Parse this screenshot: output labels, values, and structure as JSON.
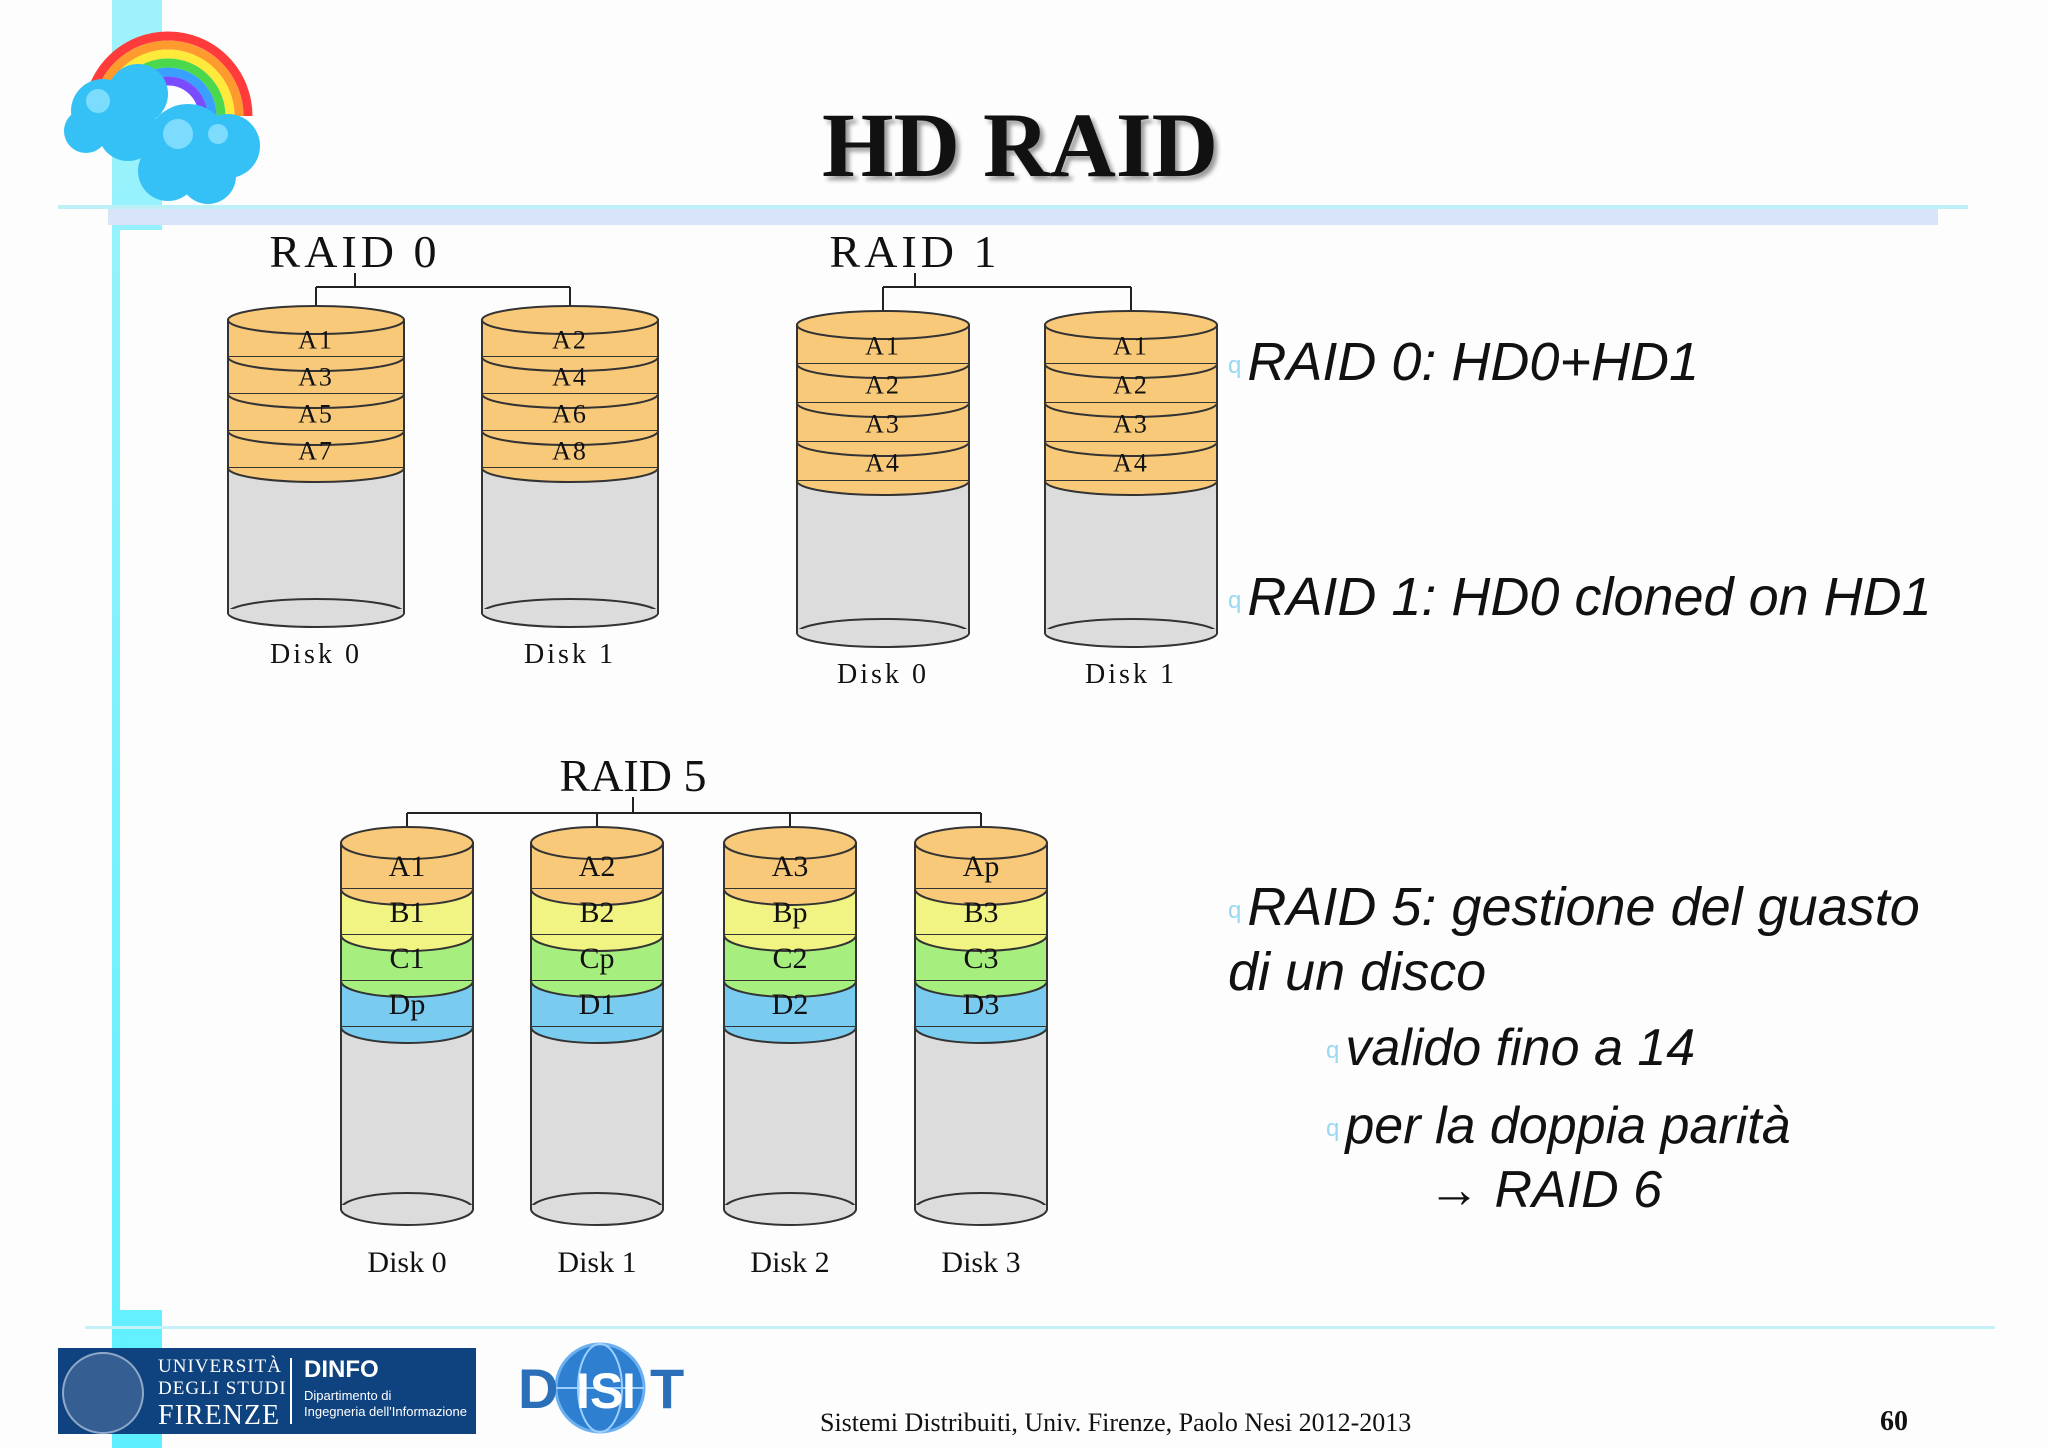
{
  "slide": {
    "title": "HD RAID",
    "page_number": "60",
    "footer": "Sistemi Distribuiti, Univ. Firenze, Paolo Nesi 2012-2013"
  },
  "bullets": {
    "raid0": "RAID 0: HD0+HD1",
    "raid1": "RAID 1: HD0 cloned on HD1",
    "raid5_line1": "RAID 5: gestione del guasto",
    "raid5_line2": "di un disco",
    "sub1": "valido fino a 14",
    "sub2": "per la doppia parità",
    "sub3": "→ RAID 6",
    "bullet_glyph": "q"
  },
  "logos": {
    "unifi_line1": "UNIVERSITÀ",
    "unifi_line2": "DEGLI STUDI",
    "unifi_line3": "FIRENZE",
    "dinfo": "DINFO",
    "dinfo_sub1": "Dipartimento di",
    "dinfo_sub2": "Ingegneria dell'Informazione",
    "disit_letters": [
      "D",
      "I",
      "S",
      "I",
      "T"
    ]
  },
  "diagrams": {
    "colors": {
      "orange": "#f9c97a",
      "yellow": "#f1f383",
      "green": "#a6ee7e",
      "blue": "#79cbef",
      "grey": "#dcdcdc"
    },
    "raid0": {
      "title": "RAID 0",
      "disks": [
        {
          "label": "Disk 0",
          "blocks": [
            "A1",
            "A3",
            "A5",
            "A7"
          ]
        },
        {
          "label": "Disk 1",
          "blocks": [
            "A2",
            "A4",
            "A6",
            "A8"
          ]
        }
      ]
    },
    "raid1": {
      "title": "RAID 1",
      "disks": [
        {
          "label": "Disk 0",
          "blocks": [
            "A1",
            "A2",
            "A3",
            "A4"
          ]
        },
        {
          "label": "Disk 1",
          "blocks": [
            "A1",
            "A2",
            "A3",
            "A4"
          ]
        }
      ]
    },
    "raid5": {
      "title": "RAID 5",
      "disks": [
        {
          "label": "Disk 0",
          "blocks": [
            "A1",
            "B1",
            "C1",
            "Dp"
          ]
        },
        {
          "label": "Disk 1",
          "blocks": [
            "A2",
            "B2",
            "Cp",
            "D1"
          ]
        },
        {
          "label": "Disk 2",
          "blocks": [
            "A3",
            "Bp",
            "C2",
            "D2"
          ]
        },
        {
          "label": "Disk 3",
          "blocks": [
            "Ap",
            "B3",
            "C3",
            "D3"
          ]
        }
      ]
    }
  }
}
